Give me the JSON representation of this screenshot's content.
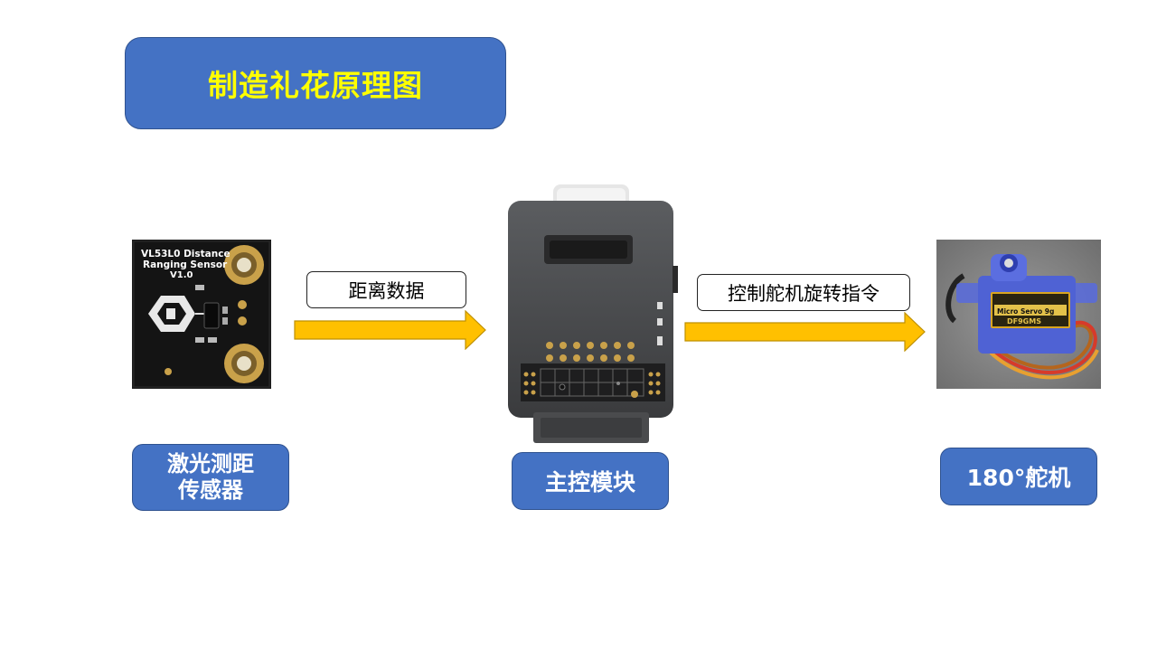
{
  "title": "制造礼花原理图",
  "nodes": {
    "sensor": {
      "label_line1": "激光测距",
      "label_line2": "传感器"
    },
    "main": {
      "label": "主控模块"
    },
    "servo": {
      "label": "180°舵机"
    }
  },
  "edges": [
    {
      "from": "sensor",
      "to": "main",
      "label": "距离数据"
    },
    {
      "from": "main",
      "to": "servo",
      "label": "控制舵机旋转指令"
    }
  ],
  "image_text": {
    "sensor_board_line1": "VL53L0 Distance",
    "sensor_board_line2": "Ranging Sensor",
    "sensor_board_line3": "V1.0",
    "servo_sticker_line1": "Micro Servo 9g",
    "servo_sticker_line2": "DF9GMS"
  },
  "colors": {
    "node_fill": "#4472c4",
    "title_text": "#ffff00",
    "arrow_fill": "#ffc000"
  }
}
